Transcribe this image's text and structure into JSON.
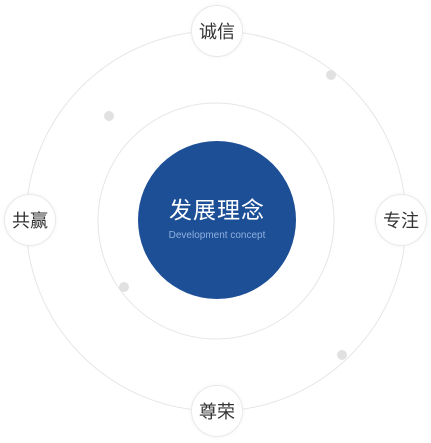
{
  "center": {
    "title": "发展理念",
    "subtitle": "Development concept"
  },
  "nodes": {
    "top": "诚信",
    "right": "专注",
    "bottom": "尊荣",
    "left": "共赢"
  },
  "colors": {
    "center_fill": "#1d4f97",
    "ring_stroke": "#e6e6e6",
    "dot_fill": "#e1e1e1",
    "node_text": "#333333"
  }
}
